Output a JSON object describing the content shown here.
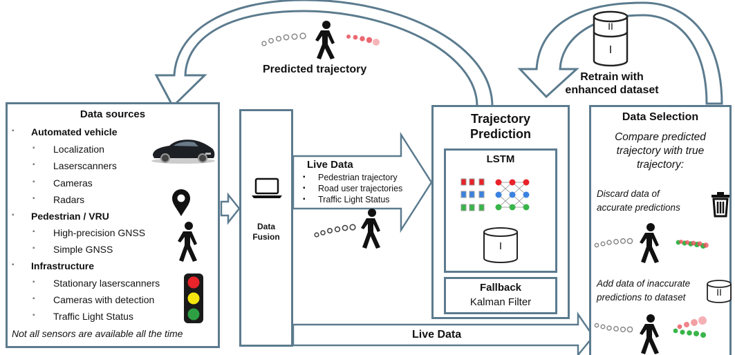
{
  "top": {
    "predicted_trajectory": "Predicted trajectory",
    "retrain_line1": "Retrain with",
    "retrain_line2": "enhanced dataset"
  },
  "data_sources": {
    "title": "Data sources",
    "groups": [
      {
        "label": "Automated vehicle",
        "items": [
          "Localization",
          "Laserscanners",
          "Cameras",
          "Radars"
        ]
      },
      {
        "label": "Pedestrian / VRU",
        "items": [
          "High-precision GNSS",
          "Simple GNSS"
        ]
      },
      {
        "label": "Infrastructure",
        "items": [
          "Stationary laserscanners",
          "Cameras with detection",
          "Traffic Light Status"
        ]
      }
    ],
    "footnote": "Not all sensors are available all the time"
  },
  "fusion": {
    "line1": "Data",
    "line2": "Fusion"
  },
  "live_data_arrow": {
    "title": "Live Data",
    "items": [
      "Pedestrian trajectory",
      "Road user trajectories",
      "Traffic Light Status"
    ]
  },
  "prediction": {
    "title_line1": "Trajectory",
    "title_line2": "Prediction",
    "lstm": "LSTM",
    "db_label": "I",
    "fallback_title": "Fallback",
    "fallback_sub": "Kalman Filter"
  },
  "selection": {
    "title": "Data Selection",
    "compare_line1": "Compare predicted",
    "compare_line2": "trajectory with true",
    "compare_line3": "trajectory:",
    "discard_line1": "Discard data of",
    "discard_line2": "accurate predictions",
    "add_line1": "Add data of inaccurate",
    "add_line2": "predictions to dataset",
    "db_label": "II"
  },
  "bottom_live_data": "Live Data",
  "top_db": {
    "upper": "II",
    "lower": "I"
  },
  "colors": {
    "frame": "#5b7b8e",
    "traffic_red": "#e8232a",
    "traffic_yellow": "#f5e60f",
    "traffic_green": "#2ea043",
    "pred_red": "#e8505a",
    "true_green": "#39b54a"
  }
}
